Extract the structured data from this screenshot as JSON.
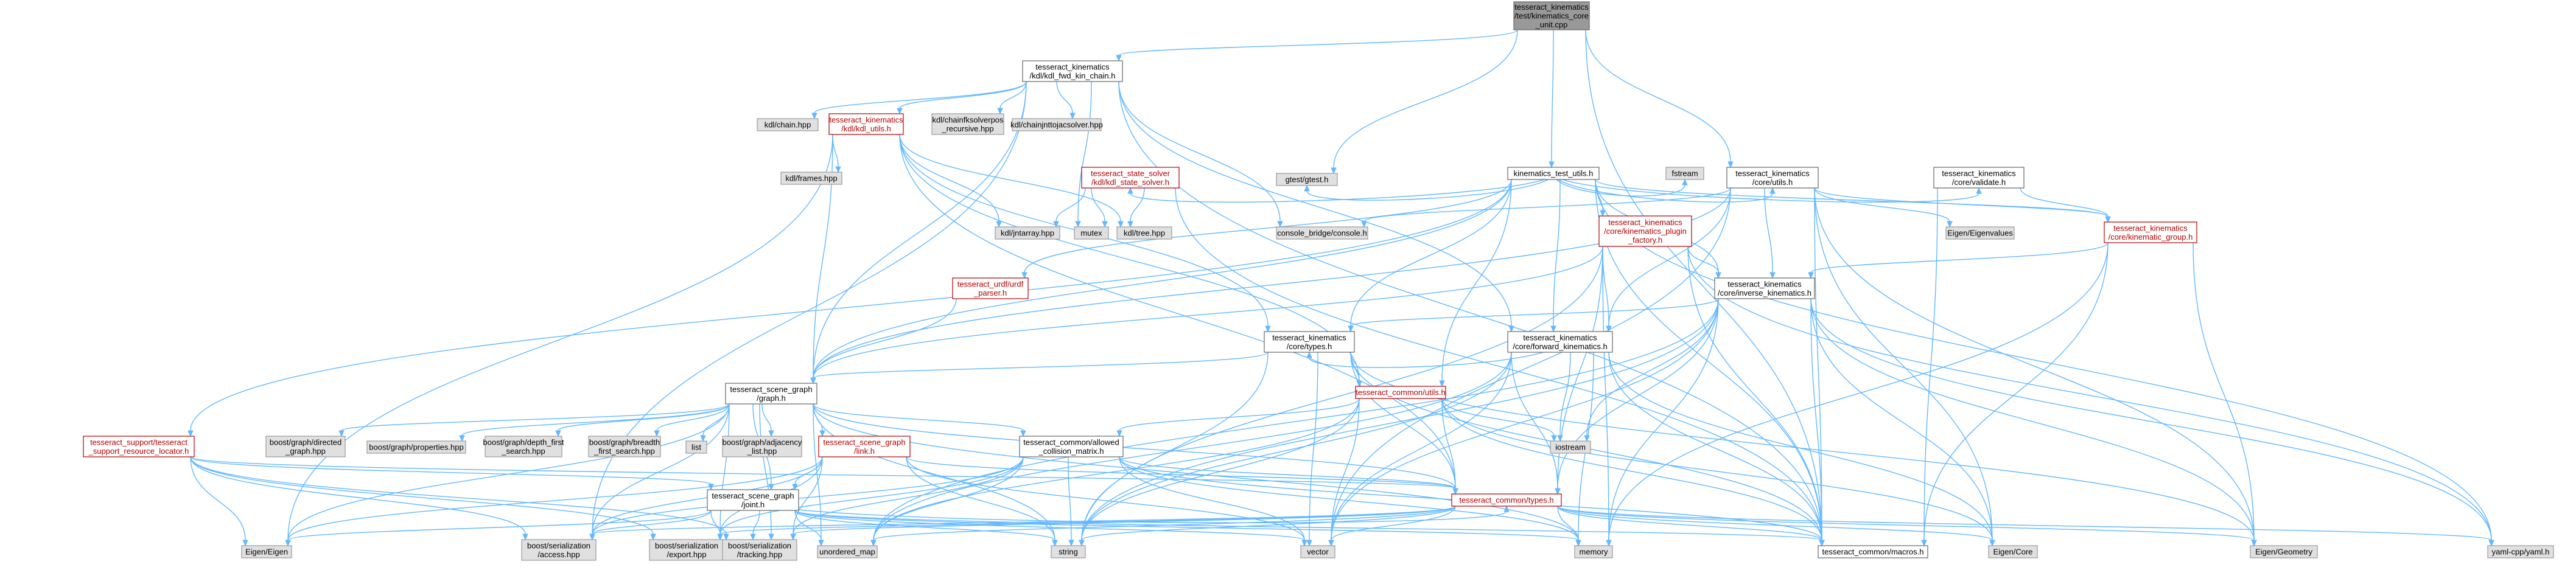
{
  "colors": {
    "edge": "#63b8ff",
    "node_border": "#666666",
    "external_fill": "#e0e0e0",
    "root_fill": "#999999",
    "highlight_text": "#b20000"
  },
  "nodes": {
    "root": [
      "tesseract_kinematics",
      "/test/kinematics_core",
      "_unit.cpp"
    ],
    "kdl_fwd_kin": [
      "tesseract_kinematics",
      "/kdl/kdl_fwd_kin_chain.h"
    ],
    "kin_test_utils": [
      "kinematics_test_utils.h"
    ],
    "kdl_chain": [
      "kdl/chain.hpp"
    ],
    "kdl_utils": [
      "tesseract_kinematics",
      "/kdl/kdl_utils.h"
    ],
    "kdl_chainfk": [
      "kdl/chainfksolverpos",
      "_recursive.hpp"
    ],
    "kdl_chainjnt": [
      "kdl/chainjnttojacsolver.hpp"
    ],
    "kdl_frames": [
      "kdl/frames.hpp"
    ],
    "state_solver": [
      "tesseract_state_solver",
      "/kdl/kdl_state_solver.h"
    ],
    "kdl_jntarray": [
      "kdl/jntarray.hpp"
    ],
    "mutex": [
      "mutex"
    ],
    "kdl_tree": [
      "kdl/tree.hpp"
    ],
    "gtest": [
      "gtest/gtest.h"
    ],
    "fstream": [
      "fstream"
    ],
    "core_utils": [
      "tesseract_kinematics",
      "/core/utils.h"
    ],
    "core_validate": [
      "tesseract_kinematics",
      "/core/validate.h"
    ],
    "console_bridge": [
      "console_bridge/console.h"
    ],
    "eigen_values": [
      "Eigen/Eigenvalues"
    ],
    "plugin_factory": [
      "tesseract_kinematics",
      "/core/kinematics_plugin",
      "_factory.h"
    ],
    "kin_group": [
      "tesseract_kinematics",
      "/core/kinematic_group.h"
    ],
    "inverse_kin": [
      "tesseract_kinematics",
      "/core/inverse_kinematics.h"
    ],
    "urdf_parser": [
      "tesseract_urdf/urdf",
      "_parser.h"
    ],
    "core_types": [
      "tesseract_kinematics",
      "/core/types.h"
    ],
    "forward_kin": [
      "tesseract_kinematics",
      "/core/forward_kinematics.h"
    ],
    "scene_graph": [
      "tesseract_scene_graph",
      "/graph.h"
    ],
    "common_utils": [
      "tesseract_common/utils.h"
    ],
    "resource_locator": [
      "tesseract_support/tesseract",
      "_support_resource_locator.h"
    ],
    "boost_directed": [
      "boost/graph/directed",
      "_graph.hpp"
    ],
    "boost_properties": [
      "boost/graph/properties.hpp"
    ],
    "boost_depth": [
      "boost/graph/depth_first",
      "_search.hpp"
    ],
    "boost_breadth": [
      "boost/graph/breadth",
      "_first_search.hpp"
    ],
    "list": [
      "list"
    ],
    "boost_adjacency": [
      "boost/graph/adjacency",
      "_list.hpp"
    ],
    "scene_link": [
      "tesseract_scene_graph",
      "/link.h"
    ],
    "allowed_collision": [
      "tesseract_common/allowed",
      "_collision_matrix.h"
    ],
    "iostream": [
      "iostream"
    ],
    "scene_joint": [
      "tesseract_scene_graph",
      "/joint.h"
    ],
    "common_types": [
      "tesseract_common/types.h"
    ],
    "eigen_eigen": [
      "Eigen/Eigen"
    ],
    "boost_access": [
      "boost/serialization",
      "/access.hpp"
    ],
    "boost_export": [
      "boost/serialization",
      "/export.hpp"
    ],
    "boost_tracking": [
      "boost/serialization",
      "/tracking.hpp"
    ],
    "unordered_map": [
      "unordered_map"
    ],
    "string": [
      "string"
    ],
    "vector": [
      "vector"
    ],
    "memory": [
      "memory"
    ],
    "common_macros": [
      "tesseract_common/macros.h"
    ],
    "eigen_core": [
      "Eigen/Core"
    ],
    "eigen_geometry": [
      "Eigen/Geometry"
    ],
    "yaml": [
      "yaml-cpp/yaml.h"
    ]
  }
}
